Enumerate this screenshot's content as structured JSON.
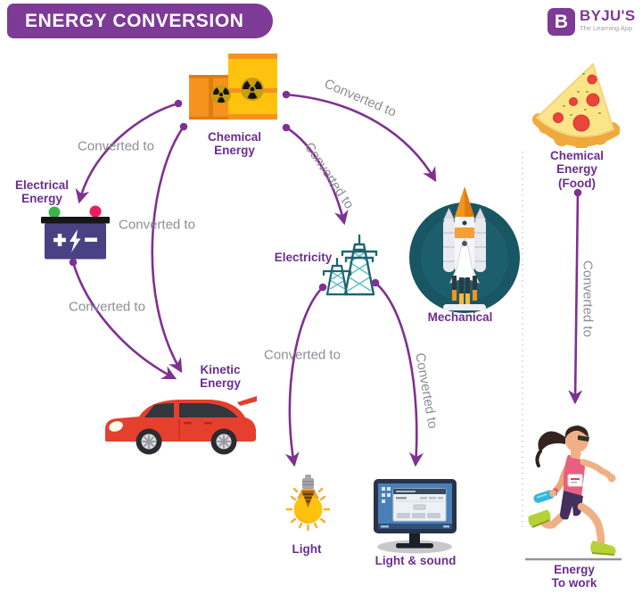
{
  "header": {
    "title": "ENERGY CONVERSION"
  },
  "brand": {
    "logo_letter": "B",
    "name": "BYJU'S",
    "tagline": "The Learning App"
  },
  "nodes": {
    "chemical": {
      "label": "Chemical Energy",
      "icon": "fuel-barrels"
    },
    "electrical": {
      "label": "Electrical Energy",
      "icon": "battery"
    },
    "kinetic": {
      "label": "Kinetic Energy",
      "icon": "car"
    },
    "electricity": {
      "label": "Electricity",
      "icon": "power-towers"
    },
    "mechanical": {
      "label": "Mechanical",
      "icon": "space-shuttle"
    },
    "light": {
      "label": "Light",
      "icon": "light-bulb"
    },
    "light_sound": {
      "label": "Light & sound",
      "icon": "computer-monitor"
    },
    "food": {
      "label": "Chemical Energy (Food)",
      "icon": "pizza-slice"
    },
    "work": {
      "label_line1": "Energy",
      "label_line2": "To work",
      "icon": "runner"
    }
  },
  "edges": [
    {
      "from": "chemical",
      "to": "electrical",
      "label": "Converted to"
    },
    {
      "from": "chemical",
      "to": "kinetic",
      "label": "Converted to"
    },
    {
      "from": "electrical",
      "to": "kinetic",
      "label": "Converted to"
    },
    {
      "from": "chemical",
      "to": "mechanical",
      "label": "Converted to"
    },
    {
      "from": "chemical",
      "to": "electricity",
      "label": "Converted to"
    },
    {
      "from": "electricity",
      "to": "light",
      "label": "Converted to"
    },
    {
      "from": "electricity",
      "to": "light_sound",
      "label": "Converted to"
    },
    {
      "from": "food",
      "to": "work",
      "label": "Converted to"
    }
  ],
  "colors": {
    "brand_purple": "#7d3a96",
    "arrow_purple": "#7e3192",
    "label_purple": "#6b2e90",
    "muted_gray": "#8d8d95",
    "barrel_yellow": "#ffc20e",
    "barrel_orange": "#f6921e",
    "car_red": "#e53f2e",
    "tower_teal": "#1d6470",
    "rocket_circle_teal": "#195663"
  }
}
